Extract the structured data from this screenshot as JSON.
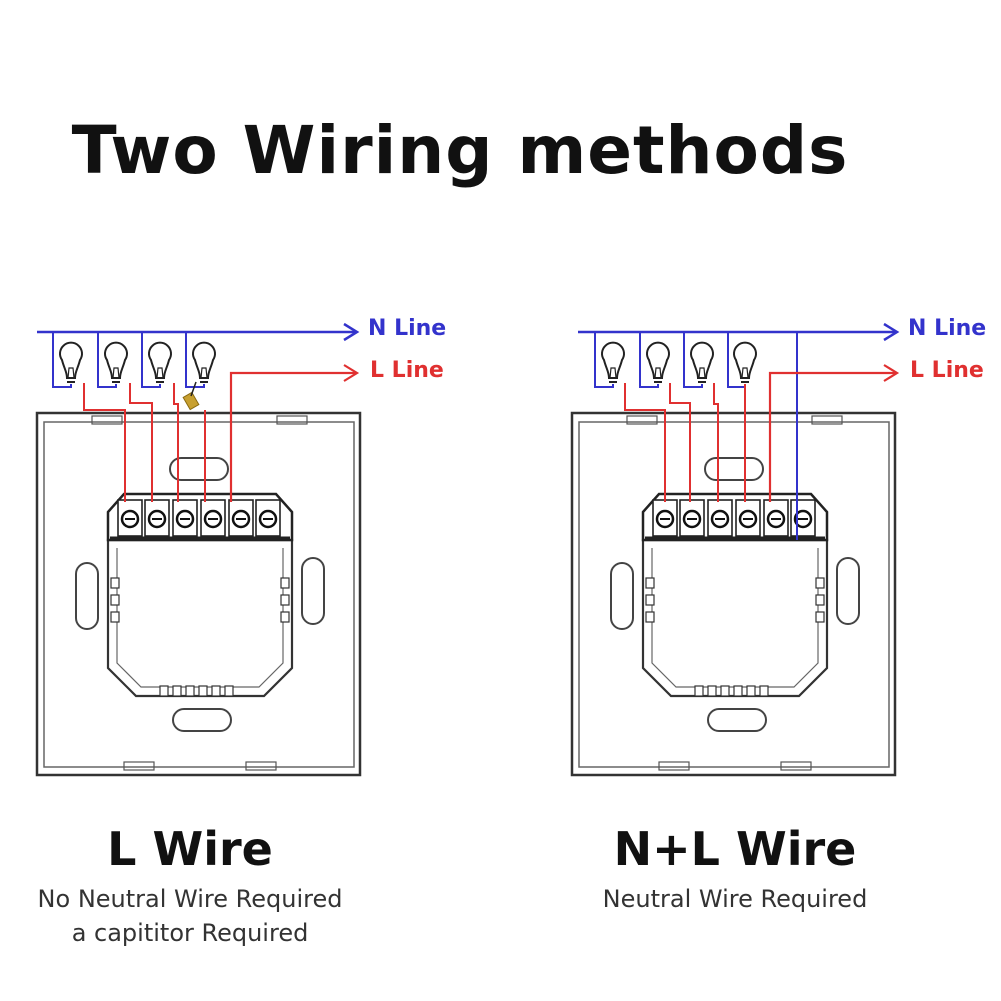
{
  "title": "Two Wiring methods",
  "colors": {
    "n_line": "#3333cc",
    "l_line": "#e03030",
    "outline": "#333333",
    "capacitor": "#c8a030"
  },
  "left": {
    "n_label": "N Line",
    "l_label": "L Line",
    "caption_title": "L Wire",
    "caption_lines": [
      "No Neutral Wire Required",
      "a capititor Required"
    ]
  },
  "right": {
    "n_label": "N Line",
    "l_label": "L Line",
    "caption_title": "N+L Wire",
    "caption_lines": [
      "Neutral Wire Required"
    ]
  }
}
